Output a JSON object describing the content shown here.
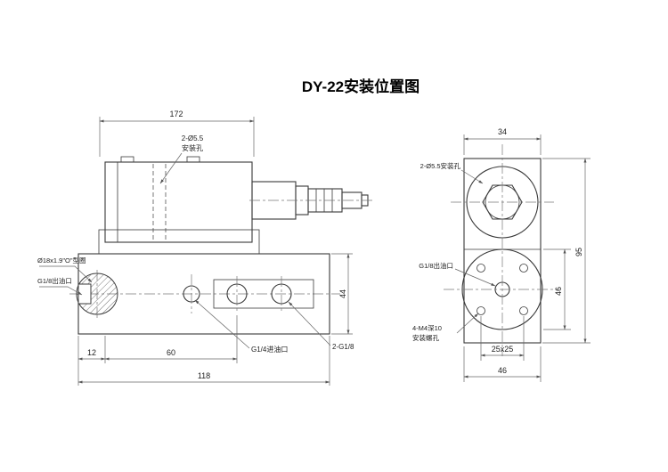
{
  "title": "DY-22安装位置图",
  "side_view": {
    "dim_total_length": "172",
    "dim_block_height": "44",
    "dim_offset": "12",
    "dim_port_spacing": "60",
    "dim_block_length": "118",
    "label_mount_holes_line1": "2-Ø5.5",
    "label_mount_holes_line2": "安装孔",
    "label_oring": "Ø18x1.9\"O\"型圈",
    "label_outlet_port": "G1/8出油口",
    "label_inlet_port": "G1/4进油口",
    "label_side_ports": "2-G1/8"
  },
  "end_view": {
    "dim_top_width": "34",
    "dim_total_height": "95",
    "dim_flange": "46",
    "dim_hole_spacing": "25x25",
    "dim_bottom_width": "46",
    "label_mount_holes": "2-Ø5.5安装孔",
    "label_outlet_port": "G1/8出油口",
    "label_screw_holes_line1": "4-M4深10",
    "label_screw_holes_line2": "安装螺孔"
  }
}
